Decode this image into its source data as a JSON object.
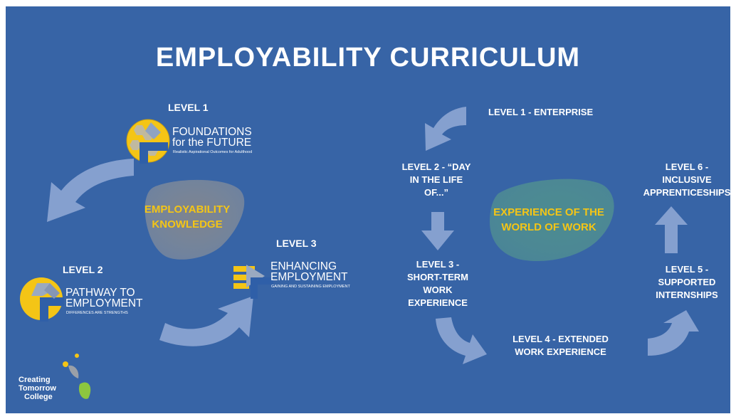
{
  "title": "EMPLOYABILITY CURRICULUM",
  "left": {
    "level1_heading": "LEVEL 1",
    "level1_logo_line1": "FOUNDATIONS",
    "level1_logo_line2": "for the FUTURE",
    "level1_logo_sub": "Realistic Aspirational Outcomes for Adulthood",
    "level2_heading": "LEVEL 2",
    "level2_logo_line1": "PATHWAY TO",
    "level2_logo_line2": "EMPLOYMENT",
    "level2_logo_sub": "DIFFERENCES ARE STRENGTHS",
    "level3_heading": "LEVEL 3",
    "level3_logo_line1": "ENHANCING",
    "level3_logo_line2": "EMPLOYMENT",
    "level3_logo_sub": "GAINING AND SUSTAINING EMPLOYMENT",
    "center_line1": "EMPLOYABILITY",
    "center_line2": "KNOWLEDGE"
  },
  "right": {
    "l1": "LEVEL 1 - ENTERPRISE",
    "l2_line1": "LEVEL 2 - “DAY",
    "l2_line2": "IN THE LIFE",
    "l2_line3": "OF...”",
    "l3_line1": "LEVEL 3 -",
    "l3_line2": "SHORT-TERM",
    "l3_line3": "WORK",
    "l3_line4": "EXPERIENCE",
    "l4_line1": "LEVEL 4 - EXTENDED",
    "l4_line2": "WORK EXPERIENCE",
    "l5_line1": "LEVEL 5 -",
    "l5_line2": "SUPPORTED",
    "l5_line3": "INTERNSHIPS",
    "l6_line1": "LEVEL 6 -",
    "l6_line2": "INCLUSIVE",
    "l6_line3": "APPRENTICESHIPS",
    "center_line1": "EXPERIENCE OF THE",
    "center_line2": "WORLD OF WORK"
  },
  "college": {
    "line1": "Creating",
    "line2": "Tomorrow",
    "line3": "College"
  },
  "colors": {
    "background": "#3764a6",
    "arrow": "#8ea6d4",
    "accent_yellow": "#f4c516",
    "blob_grey": "#8f8f8f",
    "blob_teal": "#5f9c8f"
  }
}
